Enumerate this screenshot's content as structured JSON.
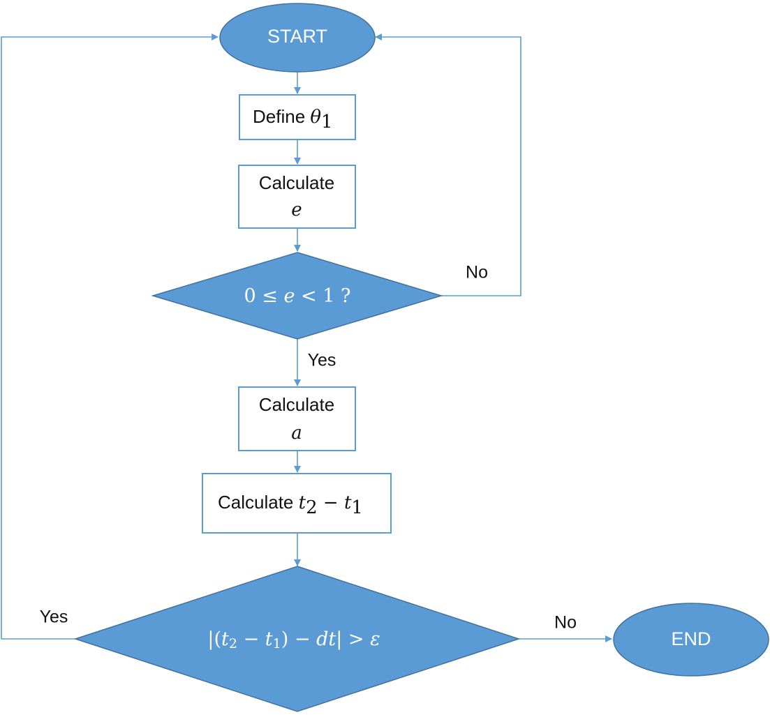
{
  "colors": {
    "fill": "#5b9bd5",
    "fill_stroke": "#41719c",
    "connector": "#5b9bd5",
    "box_fill": "#ffffff",
    "terminal_text": "#ffffff",
    "box_text": "#111111"
  },
  "nodes": {
    "start": {
      "label": "START"
    },
    "define_theta": {
      "label": "Define θ",
      "math_sub": "1"
    },
    "calc_e": {
      "line1": "Calculate",
      "line2": "e"
    },
    "decision_e": {
      "label": "0 ≤ e < 1 ?"
    },
    "calc_a": {
      "line1": "Calculate",
      "line2": "a"
    },
    "calc_t": {
      "prefix": "Calculate ",
      "t2": "t",
      "t2_sub": "2",
      "minus": " − ",
      "t1": "t",
      "t1_sub": "1"
    },
    "decision_t": {
      "label": "|(t₂ − t₁) − dt| > ε"
    },
    "end": {
      "label": "END"
    }
  },
  "edges": {
    "e_no": "No",
    "e_yes": "Yes",
    "t_yes": "Yes",
    "t_no": "No"
  }
}
